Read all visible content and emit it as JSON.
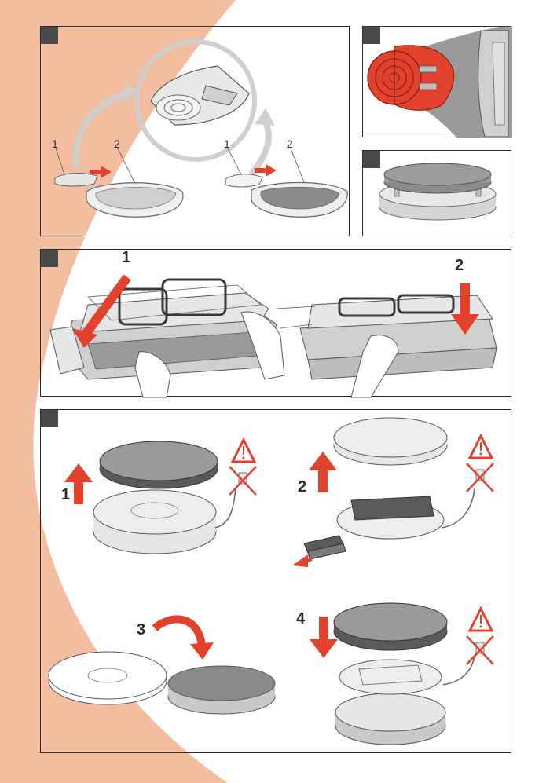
{
  "colors": {
    "background_peach": "#f3bd9f",
    "accent_red": "#e2412c",
    "arrow_grey": "#c9c9c9",
    "panel_border": "#2b2b2b",
    "badge": "#4a4a4a",
    "device_light": "#e6e6e6",
    "device_mid": "#bdbdbd",
    "device_dark": "#6e6e6e"
  },
  "panels": {
    "pan_removal": {
      "labels": [
        "1",
        "2",
        "1",
        "2"
      ]
    },
    "grill_assembly": {
      "labels": [
        "1",
        "2"
      ]
    },
    "disassembly": {
      "labels": [
        "1",
        "2",
        "3",
        "4"
      ],
      "icons": [
        "warning-icon",
        "unplug-icon"
      ]
    }
  }
}
